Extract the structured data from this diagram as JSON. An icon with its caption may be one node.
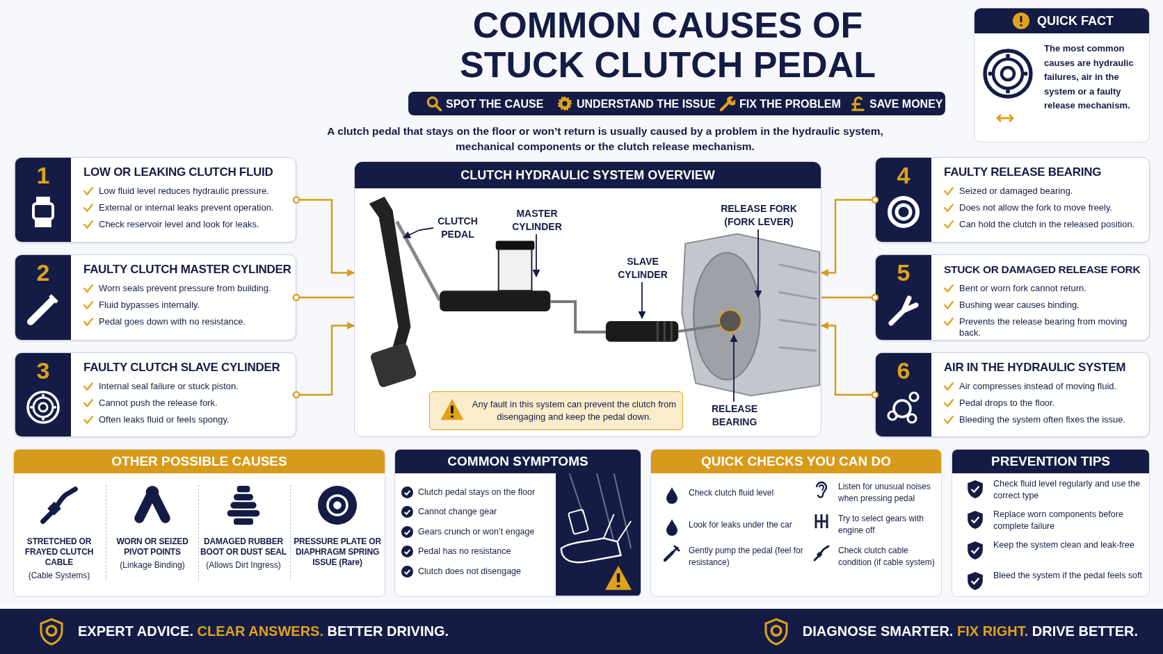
{
  "diagram": {
    "title": "COMMON CAUSES OF STUCK CLUTCH PEDAL",
    "nodes": [
      {
        "text": [
          "QUICK FACT",
          "The most common causes are hydraulic failures, air in the system or a faulty release mechanism."
        ]
      },
      {
        "text": [
          "1",
          "LOW OR LEAKING CLUTCH FLUID",
          "Low fluid level reduces hydraulic pressure.",
          "External or internal leaks prevent operation.",
          "Check reservoir level and look for leaks."
        ]
      },
      {
        "text": [
          "2",
          "FAULTY CLUTCH MASTER CYLINDER",
          "Worn seals prevent pressure from building.",
          "Fluid bypasses internally.",
          "Pedal goes down with no resistance."
        ]
      },
      {
        "text": [
          "3",
          "FAULTY CLUTCH SLAVE CYLINDER",
          "Internal seal failure or stuck piston.",
          "Cannot push the release fork.",
          "Often leaks fluid or feels spongy."
        ]
      },
      {
        "text": [
          "CLUTCH HYDRAULIC SYSTEM OVERVIEW"
        ]
      },
      {
        "text": [
          "CLUTCH PEDAL"
        ],
        "in": 4
      },
      {
        "text": [
          "MASTER CYLINDER"
        ],
        "in": 4
      },
      {
        "text": [
          "SLAVE CYLINDER"
        ],
        "in": 4
      },
      {
        "text": [
          "RELEASE FORK (FORK LEVER)"
        ],
        "in": 4
      },
      {
        "text": [
          "RELEASE BEARING"
        ],
        "in": 4
      },
      {
        "text": [
          "Any fault in this system can prevent the clutch from disengaging and keep the pedal down."
        ],
        "in": 4
      },
      {
        "text": [
          "4",
          "FAULTY RELEASE BEARING",
          "Seized or damaged bearing.",
          "Does not allow the fork to move freely.",
          "Can hold the clutch in the released position."
        ]
      },
      {
        "text": [
          "5",
          "STUCK OR DAMAGED RELEASE FORK",
          "Bent or worn fork cannot return.",
          "Bushing wear causes binding.",
          "Prevents the release bearing from moving back."
        ]
      },
      {
        "text": [
          "6",
          "AIR IN THE HYDRAULIC SYSTEM",
          "Air compresses instead of moving fluid.",
          "Pedal drops to the floor.",
          "Bleeding the system often fixes the issue."
        ]
      },
      {
        "text": [
          "OTHER POSSIBLE CAUSES"
        ]
      },
      {
        "text": [
          "COMMON SYMPTOMS"
        ]
      },
      {
        "text": [
          "QUICK CHECKS YOU CAN DO"
        ]
      },
      {
        "text": [
          "PREVENTION TIPS"
        ]
      }
    ],
    "edges": [
      {
        "from": 1,
        "to": 4,
        "arrow": "to"
      },
      {
        "from": 2,
        "to": 4,
        "arrow": "other"
      },
      {
        "from": 3,
        "to": 4,
        "arrow": "to"
      },
      {
        "from": 11,
        "to": 4,
        "arrow": "to"
      },
      {
        "from": 12,
        "to": 4,
        "arrow": "other"
      },
      {
        "from": 13,
        "to": 4,
        "arrow": "to"
      },
      {
        "from": 5,
        "to": null,
        "arrow": "to",
        "color": "#141c45"
      },
      {
        "from": 6,
        "to": null,
        "arrow": "to",
        "color": "#141c45"
      },
      {
        "from": 7,
        "to": null,
        "arrow": "to",
        "color": "#141c45"
      },
      {
        "from": 8,
        "to": null,
        "arrow": "to",
        "color": "#141c45"
      },
      {
        "from": 9,
        "to": null,
        "arrow": "to",
        "color": "#141c45"
      }
    ],
    "labels": [
      "SPOT THE CAUSE",
      "UNDERSTAND THE ISSUE",
      "FIX THE PROBLEM",
      "SAVE MONEY",
      "A clutch pedal that stays on the floor or won’t return is usually caused by a problem in the hydraulic system, mechanical components or the clutch release mechanism.",
      "STRETCHED OR FRAYED CLUTCH CABLE",
      "(Cable Systems)",
      "WORN OR SEIZED PIVOT POINTS",
      "(Linkage Binding)",
      "DAMAGED RUBBER BOOT OR DUST SEAL",
      "(Allows Dirt Ingress)",
      "PRESSURE PLATE OR DIAPHRAGM SPRING ISSUE (Rare)",
      "Clutch pedal stays on the floor",
      "Cannot change gear",
      "Gears crunch or won’t engage",
      "Pedal has no resistance",
      "Clutch does not disengage",
      "Check clutch fluid level",
      "Listen for unusual noises when pressing pedal",
      "Look for leaks under the car",
      "Try to select gears with engine off",
      "Gently pump the pedal (feel for resistance)",
      "Check clutch cable condition (if cable system)",
      "Check fluid level regularly and use the correct type",
      "Replace worn components before complete failure",
      "Keep the system clean and leak-free",
      "Bleed the system if the pedal feels soft",
      "EXPERT ADVICE. **CLEAR ANSWERS.** BETTER DRIVING.",
      "DIAGNOSE SMARTER. **FIX RIGHT.** DRIVE BETTER."
    ]
  }
}
